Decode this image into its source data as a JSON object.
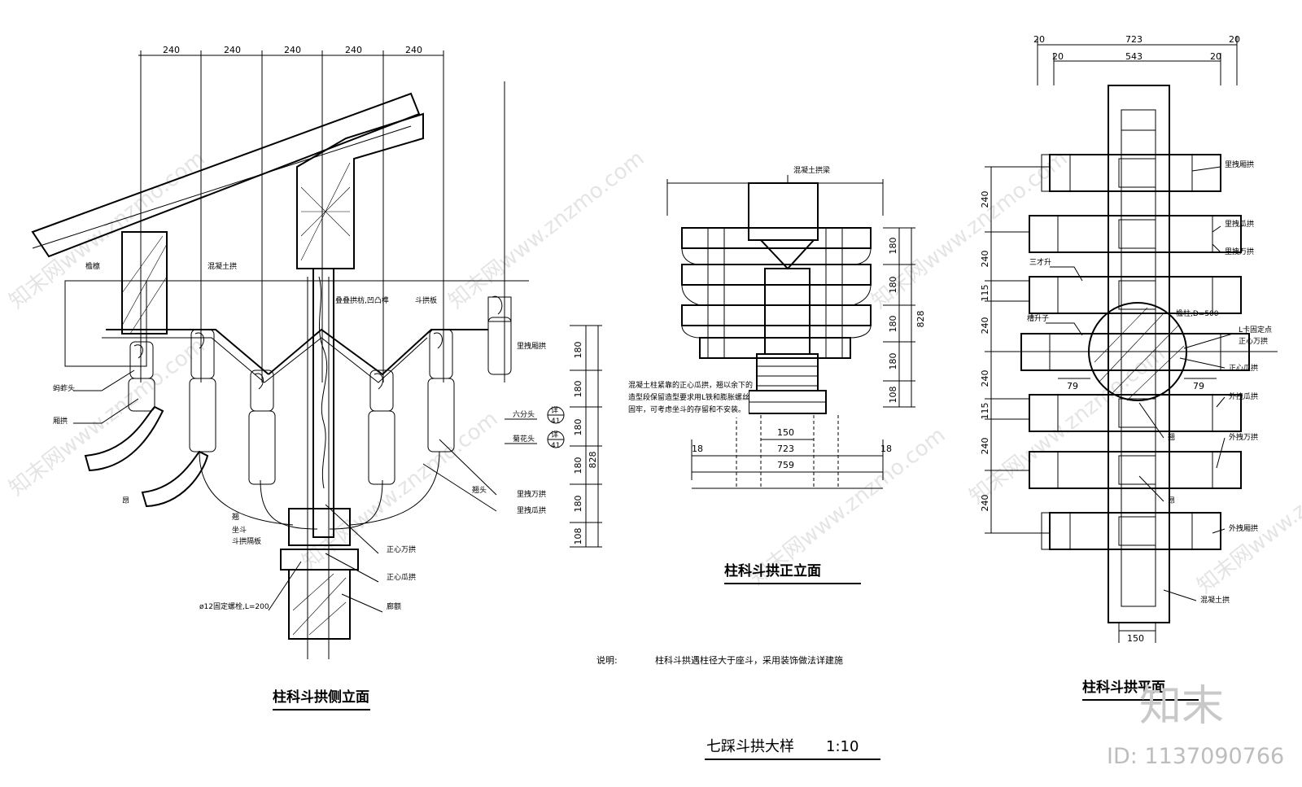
{
  "titles": {
    "side": "柱科斗拱侧立面",
    "front": "柱科斗拱正立面",
    "plan": "柱科斗拱平面",
    "main": "七踩斗拱大样",
    "scale": "1:10"
  },
  "note": {
    "label": "说明:",
    "text": "柱科斗拱遇柱径大于座斗，采用装饰做法详建施"
  },
  "side_elevation": {
    "top_dims": [
      "240",
      "240",
      "240",
      "240",
      "240"
    ],
    "right_dims": [
      "180",
      "180",
      "180",
      "180",
      "180",
      "108"
    ],
    "right_total": "828",
    "labels": {
      "l1": "檐檩",
      "l2": "混凝土拱",
      "l3": "叠叠拱枋,凹凸榫",
      "l4": "斗拱板",
      "l5": "里拽厢拱",
      "l6": "蚂蚱头",
      "l7": "厢拱",
      "l8": "六分头",
      "l9": "菊花头",
      "l10": "翘头",
      "l11": "昂",
      "l12": "翘",
      "l13": "坐斗",
      "l14": "斗拱隔板",
      "l15": "里拽万拱",
      "l16": "里拽瓜拱",
      "l17": "正心万拱",
      "l18": "正心瓜拱",
      "l19": "ø12固定螺栓,L=200",
      "l20": "廊额",
      "d1": "详",
      "d1n": "41",
      "d2": "详",
      "d2n": "41"
    }
  },
  "front_elevation": {
    "top_label": "混凝土拱梁",
    "right_dims": [
      "180",
      "180",
      "180",
      "180",
      "108"
    ],
    "right_total": "828",
    "bottom_dims": {
      "inner": "150",
      "mid": "723",
      "outer": "759",
      "side_l": "18",
      "side_r": "18"
    },
    "note_lines": [
      "混凝土柱紧靠的正心瓜拱，翘以余下的",
      "造型段保留造型要求用L铁和膨胀螺丝",
      "固牢，可考虑坐斗的存留和不安装。"
    ]
  },
  "plan_view": {
    "top_dims": {
      "total": "723",
      "inner": "543",
      "e1": "20",
      "e2": "20",
      "e3": "20",
      "e4": "20"
    },
    "left_dims": [
      "240",
      "240",
      "115",
      "240",
      "240",
      "115",
      "240",
      "240"
    ],
    "side_dims": {
      "left": "79",
      "right": "79"
    },
    "bottom_dim": "150",
    "labels": {
      "p1": "里拽厢拱",
      "p2": "里拽瓜拱",
      "p3": "里拽万拱",
      "p4": "三才升",
      "p5": "槽升子",
      "p6": "檐柱,D=500",
      "p7": "L卡固定点",
      "p8": "正心万拱",
      "p9": "正心瓜拱",
      "p10": "外拽瓜拱",
      "p11": "外拽万拱",
      "p12": "翘",
      "p13": "昂",
      "p14": "外拽厢拱",
      "p15": "混凝土拱"
    }
  },
  "watermark": {
    "text": "知末网www.znzmo.com",
    "logo": "知末",
    "id": "ID: 1137090766"
  }
}
